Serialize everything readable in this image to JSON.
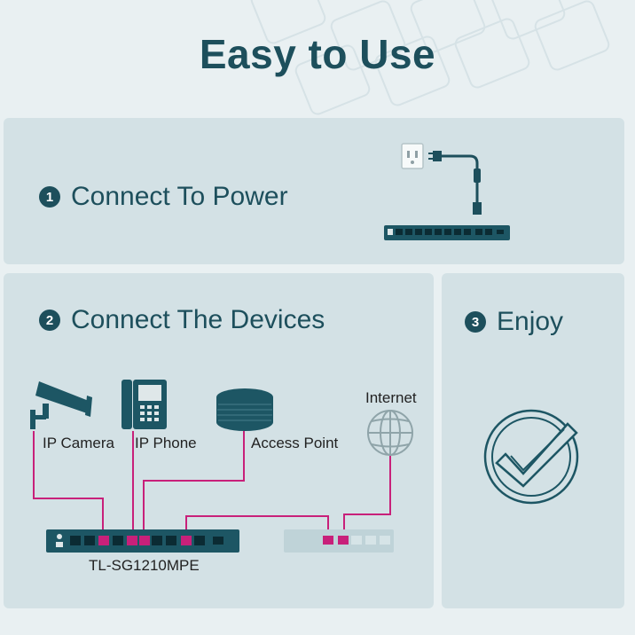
{
  "title": "Easy to Use",
  "steps": [
    {
      "num": "1",
      "label": "Connect To Power"
    },
    {
      "num": "2",
      "label": "Connect The Devices"
    },
    {
      "num": "3",
      "label": "Enjoy"
    }
  ],
  "devices": {
    "camera": "IP Camera",
    "phone": "IP Phone",
    "access_point": "Access Point",
    "internet": "Internet"
  },
  "model": "TL-SG1210MPE",
  "colors": {
    "heading": "#1d4f5c",
    "panel": "#d3e1e5",
    "cable": "#c8207a",
    "switch": "#1d5664"
  },
  "icons": [
    "power-outlet-icon",
    "power-plug-icon",
    "switch-icon",
    "ip-camera-icon",
    "ip-phone-icon",
    "access-point-icon",
    "globe-icon",
    "checkmark-icon",
    "router-icon"
  ]
}
